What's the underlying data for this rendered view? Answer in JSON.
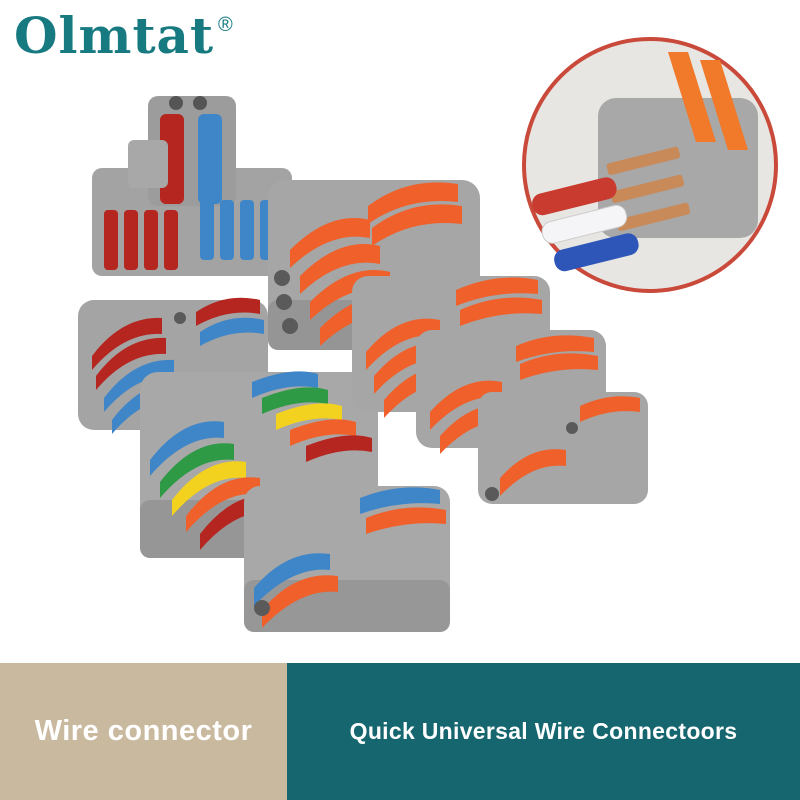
{
  "brand": {
    "name": "Olmtat",
    "mark": "®",
    "color": "#167a80"
  },
  "footer": {
    "left_label": "Wire connector",
    "right_label": "Quick Universal Wire Connectoors",
    "left_color": "#c9b99e",
    "right_color": "#15666e"
  },
  "product": {
    "colors": {
      "housing": "#9a9a9a",
      "housing_light": "#b4b4b4",
      "lever_orange": "#f0602a",
      "lever_red": "#b3261e",
      "lever_blue": "#3f86c8",
      "lever_green": "#2f9a45",
      "lever_yellow": "#f3d21f",
      "inset_ring": "#c94a3a"
    }
  }
}
